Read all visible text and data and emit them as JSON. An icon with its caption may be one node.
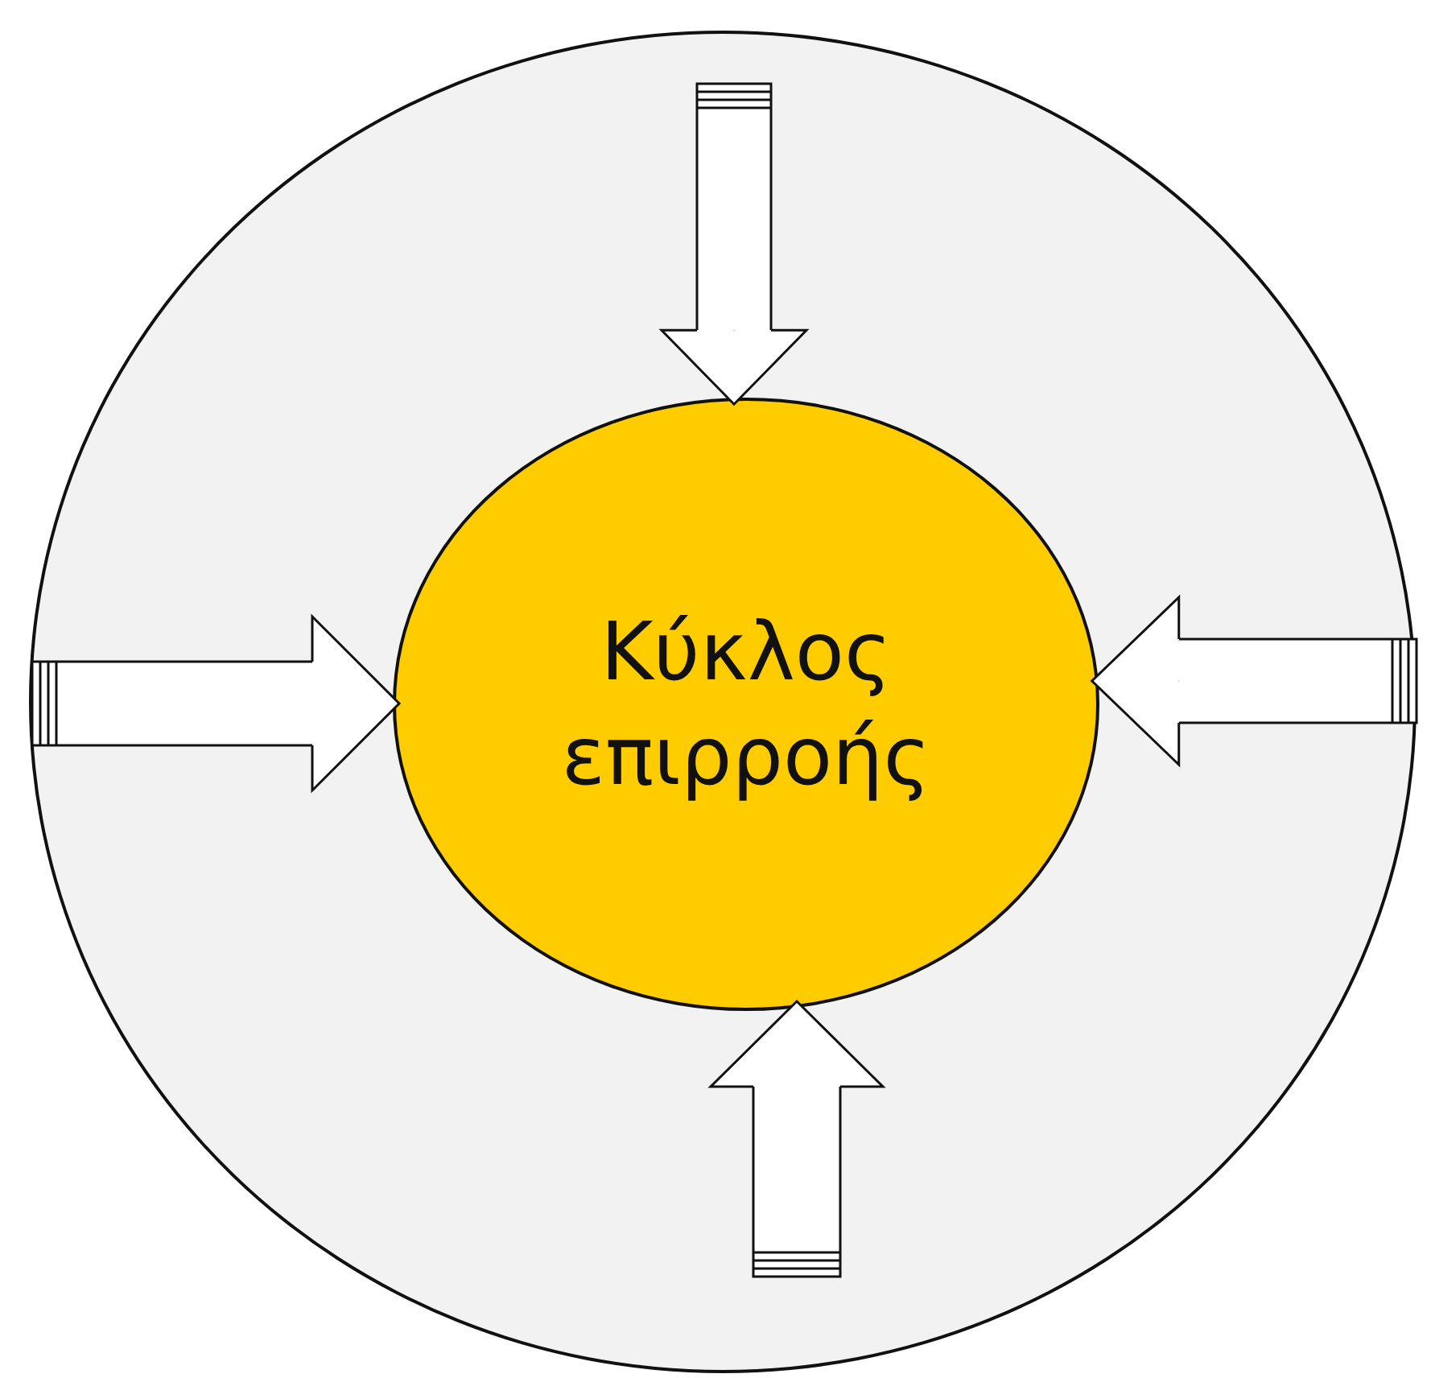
{
  "diagram": {
    "nodes": [
      {
        "text": [],
        "shape": "circle"
      },
      {
        "text": [
          "Κύκλος επιρροής"
        ],
        "in": 0
      }
    ],
    "edges": [
      {
        "from": null,
        "to": 1,
        "arrow": "to"
      },
      {
        "from": null,
        "to": 1,
        "arrow": "to"
      },
      {
        "from": null,
        "to": 1,
        "arrow": "to"
      },
      {
        "from": null,
        "to": 1,
        "arrow": "to"
      }
    ]
  }
}
